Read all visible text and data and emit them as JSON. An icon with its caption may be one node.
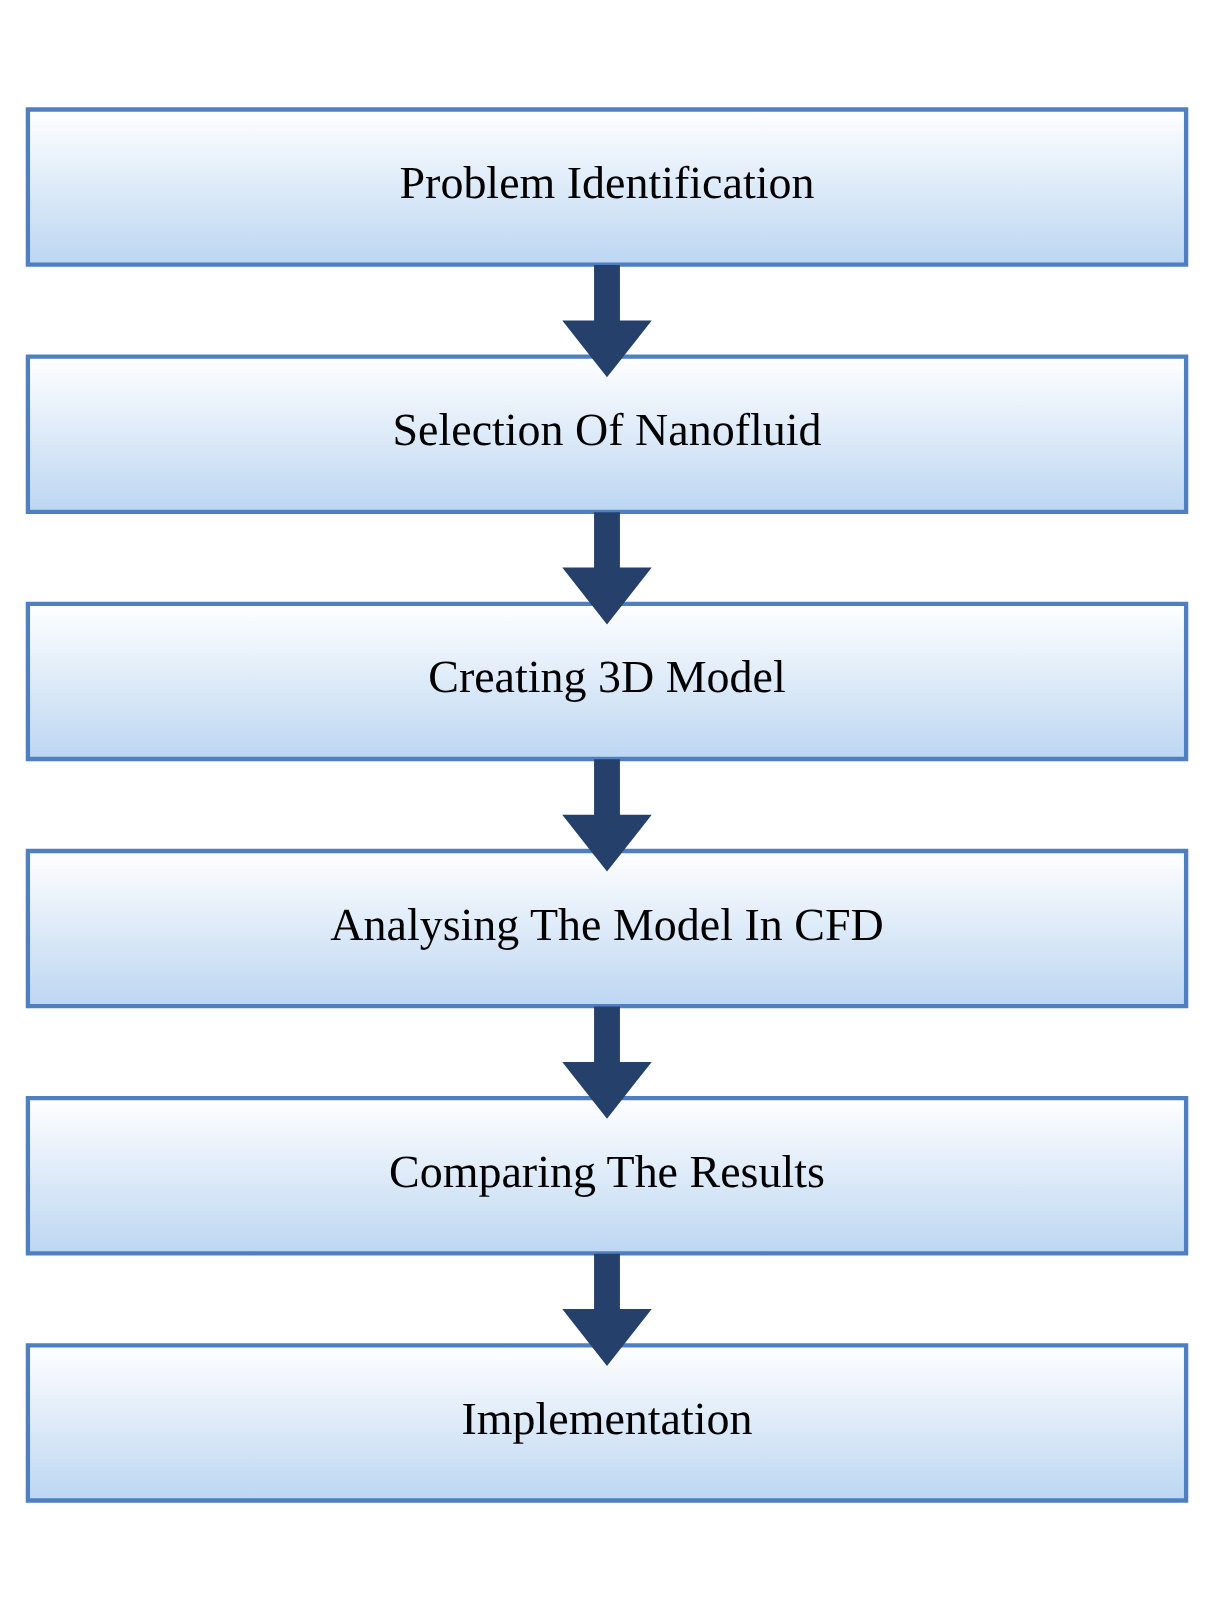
{
  "diagram": {
    "nodes": [
      {
        "text": [
          "Problem Identification"
        ]
      },
      {
        "text": [
          "Selection Of Nanofluid"
        ]
      },
      {
        "text": [
          "Creating 3D Model"
        ]
      },
      {
        "text": [
          "Analysing The Model In CFD"
        ]
      },
      {
        "text": [
          "Comparing The Results"
        ]
      },
      {
        "text": [
          "Implementation"
        ]
      }
    ],
    "edges": [
      {
        "from": 0,
        "to": 1,
        "arrow": "to"
      },
      {
        "from": 1,
        "to": 2,
        "arrow": "to"
      },
      {
        "from": 2,
        "to": 3,
        "arrow": "to"
      },
      {
        "from": 3,
        "to": 4,
        "arrow": "to"
      },
      {
        "from": 4,
        "to": 5,
        "arrow": "to"
      }
    ]
  }
}
